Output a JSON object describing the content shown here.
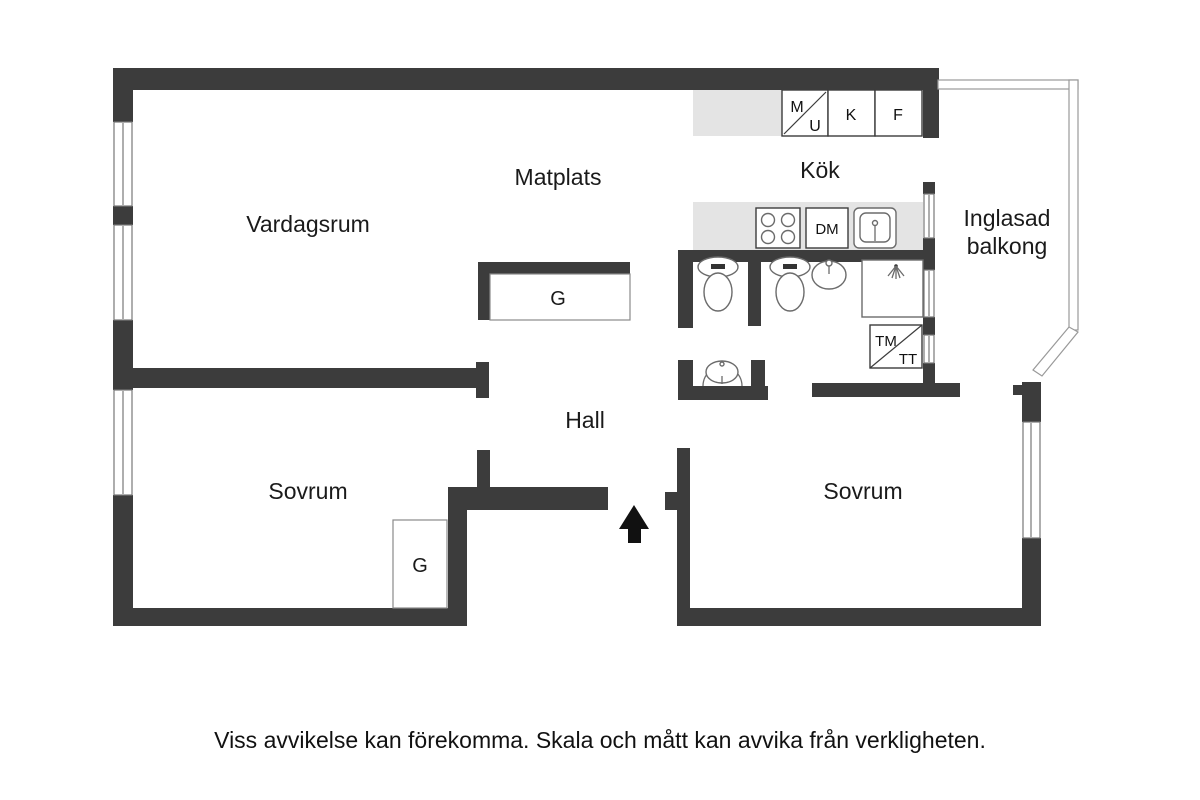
{
  "rooms": {
    "vardagsrum": "Vardagsrum",
    "matplats": "Matplats",
    "kok": "Kök",
    "balkong_line1": "Inglasad",
    "balkong_line2": "balkong",
    "hall": "Hall",
    "sovrum_left": "Sovrum",
    "sovrum_right": "Sovrum"
  },
  "closets": {
    "matplats_g": "G",
    "bedroom_g": "G"
  },
  "kitchen": {
    "mu_top": "M",
    "mu_bottom": "U",
    "k": "K",
    "f": "F",
    "dm": "DM"
  },
  "laundry": {
    "tm": "TM",
    "tt": "TT"
  },
  "footer": {
    "disclaimer": "Viss avvikelse kan förekomma. Skala och mått kan avvika från verkligheten."
  },
  "colors": {
    "wall": "#3C3C3C",
    "counter": "#E4E4E4",
    "glass_stroke": "#999999",
    "background": "#FFFFFF"
  }
}
